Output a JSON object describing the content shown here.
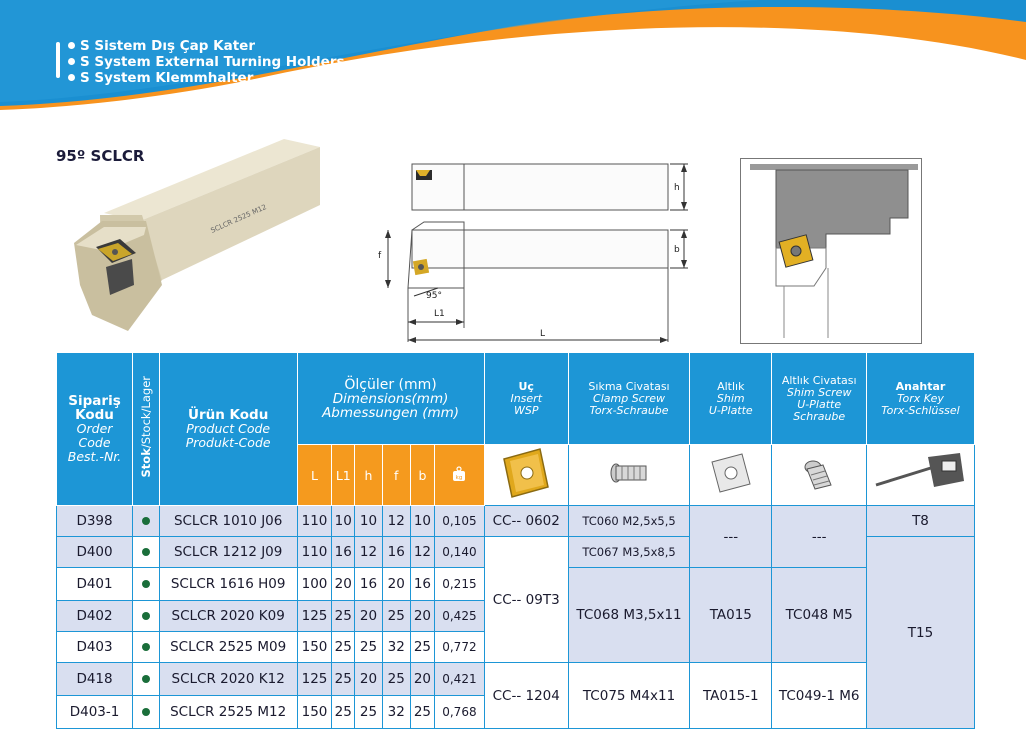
{
  "header": {
    "lines": [
      "S Sistem Dış Çap Kater",
      "S System External Turning Holders",
      "S System Klemmhalter"
    ],
    "wave_orange": "#f7931e",
    "wave_blue": "#1a8fd1"
  },
  "product_title": "95º SCLCR",
  "tool_engraving": "SCLCR 2525 M12",
  "drawing": {
    "h": "h",
    "b": "b",
    "f": "f",
    "angle": "95°",
    "L1": "L1",
    "L": "L"
  },
  "table": {
    "headers": {
      "order_code": [
        "Sipariş",
        "Kodu",
        "Order",
        "Code",
        "Best.-Nr."
      ],
      "stock": [
        "Stok",
        "/Stock/Lager"
      ],
      "product_code": [
        "Ürün Kodu",
        "Product Code",
        "Produkt-Code"
      ],
      "dimensions": [
        "Ölçüler (mm)",
        "Dimensions(mm)",
        "Abmessungen (mm)"
      ],
      "dim_cols": [
        "L",
        "L1",
        "h",
        "f",
        "b"
      ],
      "weight_icon": "kg",
      "insert": [
        "Uç",
        "Insert",
        "WSP"
      ],
      "clamp_screw": [
        "Sıkma Civatası",
        "Clamp Screw",
        "Torx-Schraube"
      ],
      "shim": [
        "Altlık",
        "Shim",
        "U-Platte"
      ],
      "shim_screw": [
        "Altlık  Civatası",
        "Shim Screw",
        "U-Platte",
        "Schraube"
      ],
      "key": [
        "Anahtar",
        "Torx Key",
        "Torx-Schlüssel"
      ]
    },
    "rows": [
      {
        "code": "D398",
        "product": "SCLCR 1010 J06",
        "L": "110",
        "L1": "10",
        "h": "10",
        "f": "12",
        "b": "10",
        "kg": "0,105"
      },
      {
        "code": "D400",
        "product": "SCLCR 1212 J09",
        "L": "110",
        "L1": "16",
        "h": "12",
        "f": "16",
        "b": "12",
        "kg": "0,140"
      },
      {
        "code": "D401",
        "product": "SCLCR 1616 H09",
        "L": "100",
        "L1": "20",
        "h": "16",
        "f": "20",
        "b": "16",
        "kg": "0,215"
      },
      {
        "code": "D402",
        "product": "SCLCR 2020 K09",
        "L": "125",
        "L1": "25",
        "h": "20",
        "f": "25",
        "b": "20",
        "kg": "0,425"
      },
      {
        "code": "D403",
        "product": "SCLCR 2525 M09",
        "L": "150",
        "L1": "25",
        "h": "25",
        "f": "32",
        "b": "25",
        "kg": "0,772"
      },
      {
        "code": "D418",
        "product": "SCLCR 2020 K12",
        "L": "125",
        "L1": "25",
        "h": "20",
        "f": "25",
        "b": "20",
        "kg": "0,421"
      },
      {
        "code": "D403-1",
        "product": "SCLCR 2525 M12",
        "L": "150",
        "L1": "25",
        "h": "25",
        "f": "32",
        "b": "25",
        "kg": "0,768"
      }
    ],
    "inserts": [
      "CC-- 0602",
      "CC-- 09T3",
      "CC-- 1204"
    ],
    "clamp_screws": [
      "TC060 M2,5x5,5",
      "TC067 M3,5x8,5",
      "TC068 M3,5x11",
      "TC075 M4x11"
    ],
    "shims": [
      "---",
      "TA015",
      "TA015-1"
    ],
    "shim_screws": [
      "---",
      "TC048 M5",
      "TC049-1 M6"
    ],
    "keys": [
      "T8",
      "T15"
    ],
    "stock_color": "#1a6e3a",
    "row_blue": "#d9dff0",
    "header_blue": "#1d96d6",
    "dim_orange": "#f59a1e"
  }
}
